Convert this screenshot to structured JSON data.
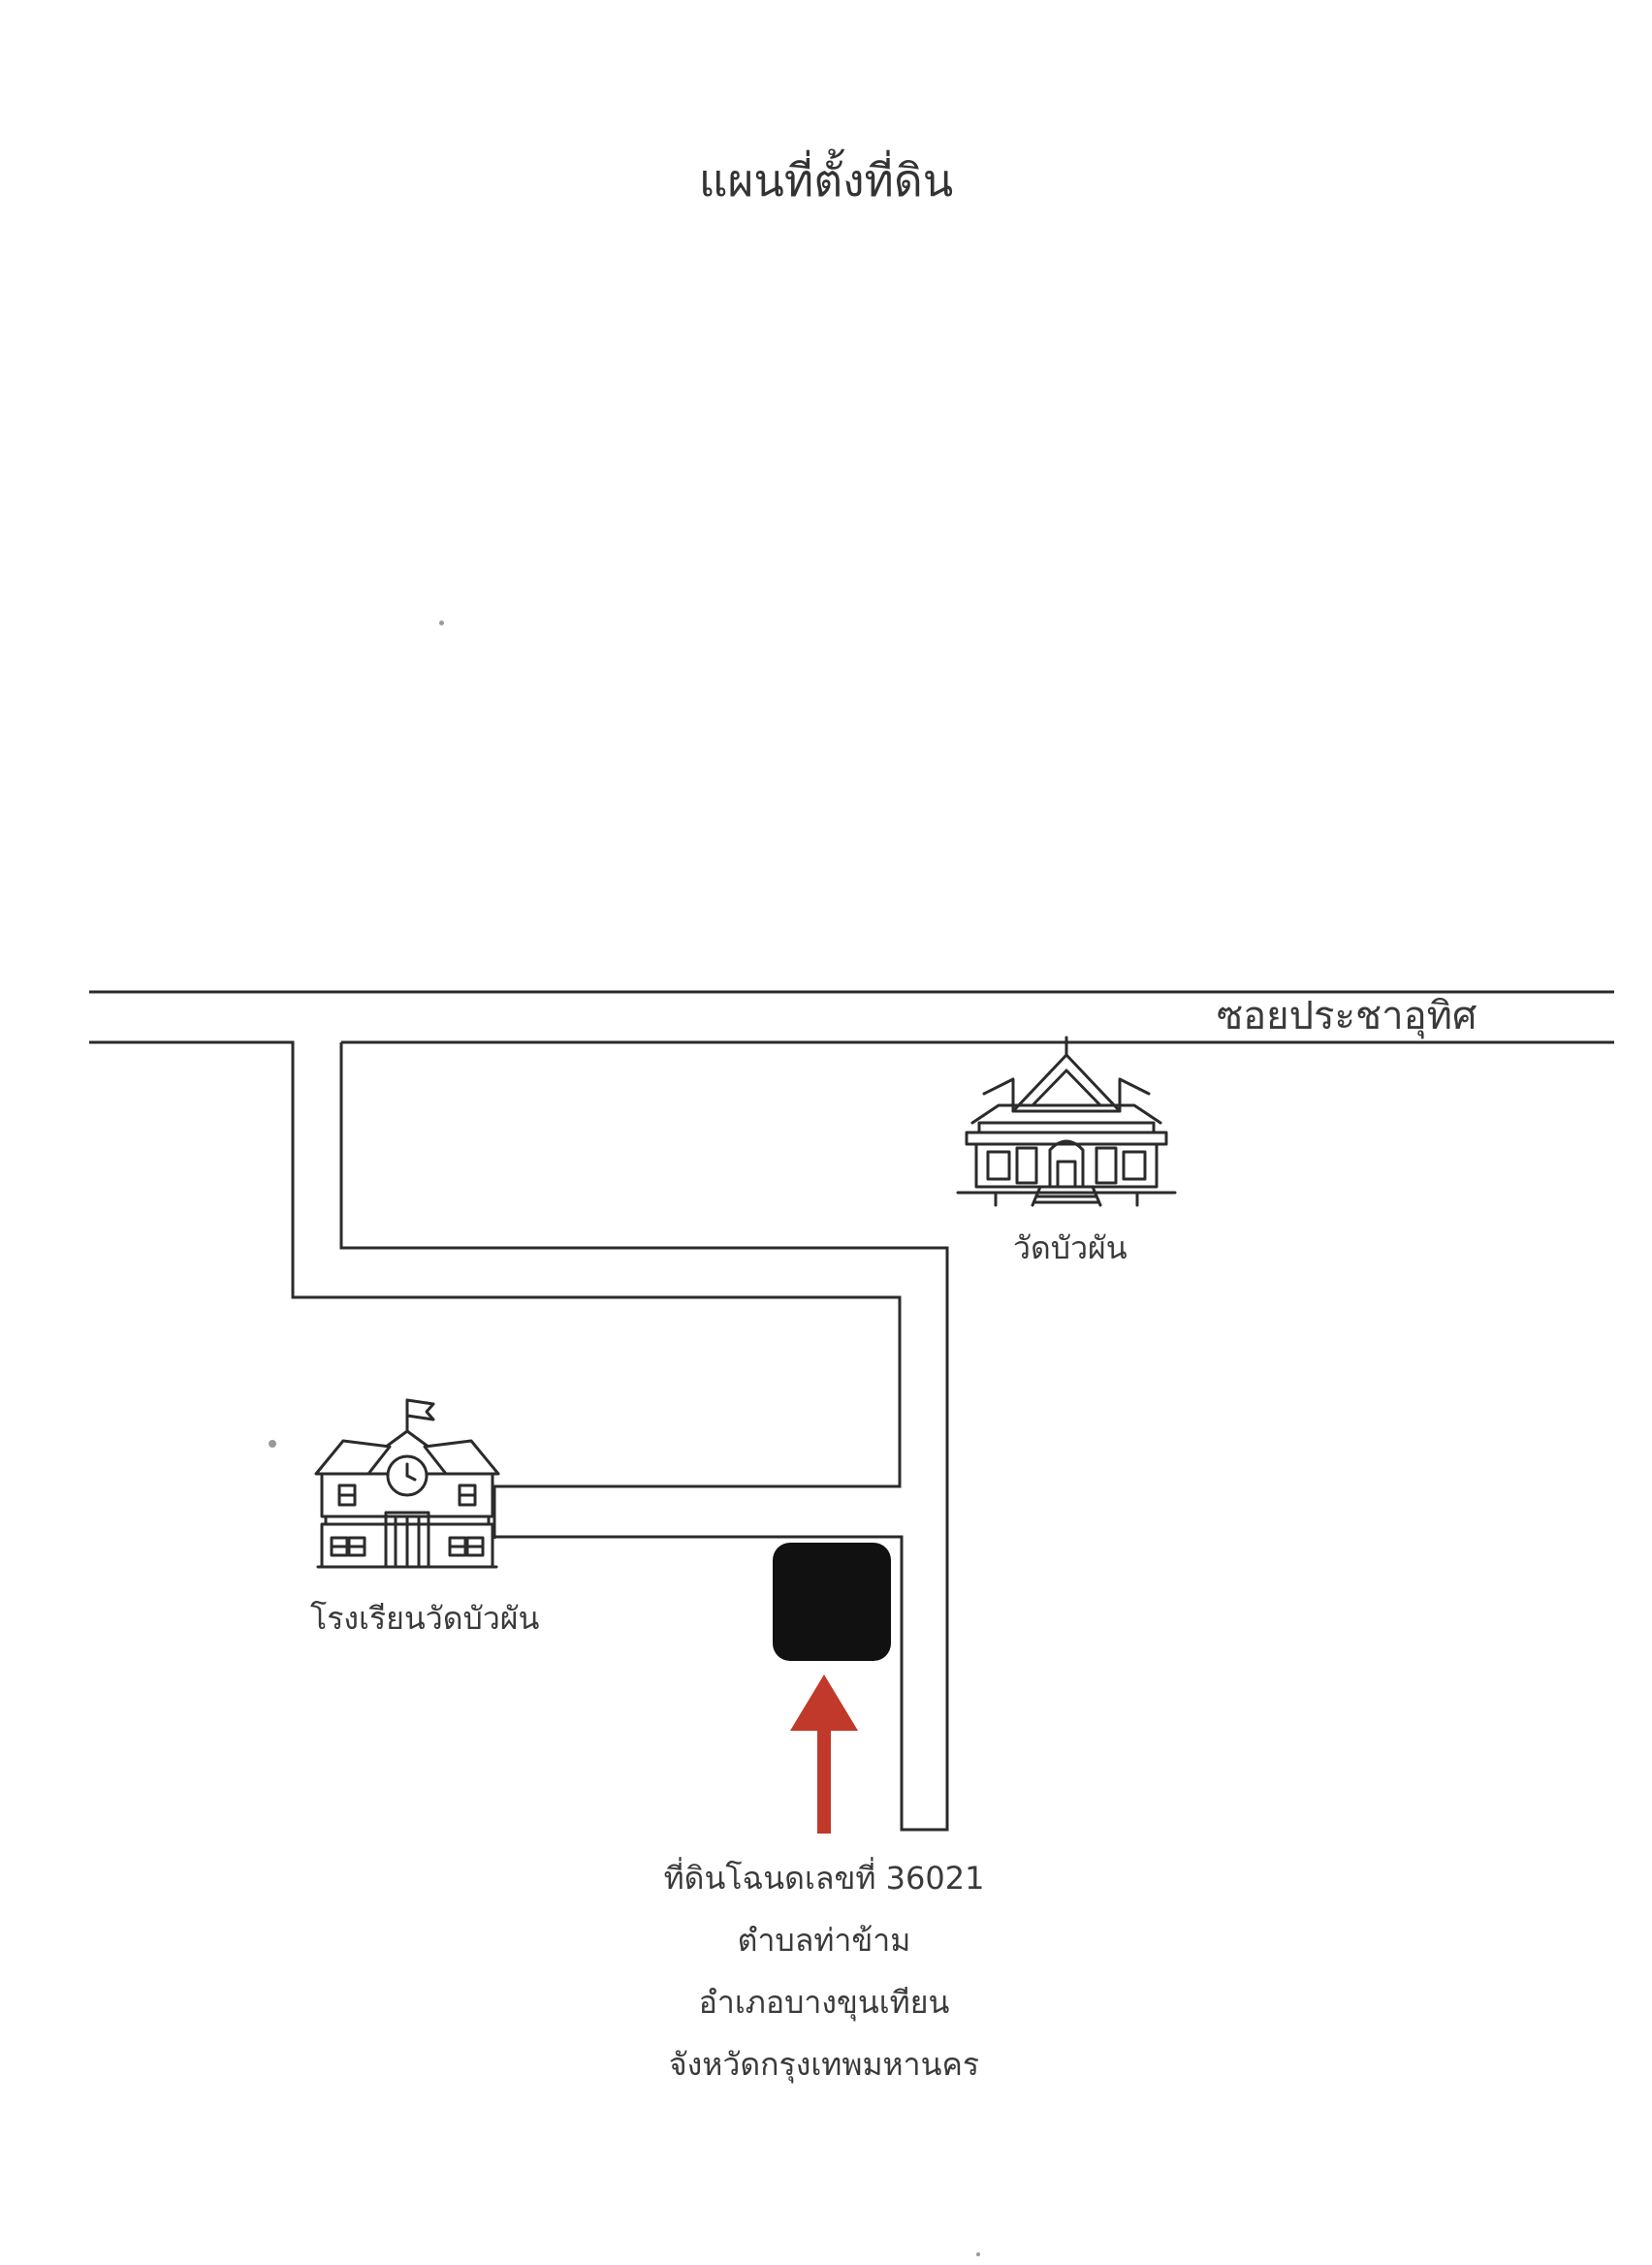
{
  "title": "แผนที่ตั้งที่ดิน",
  "road_name": "ซอยประชาอุทิศ",
  "landmarks": {
    "temple": {
      "label": "วัดบัวผัน",
      "icon": "temple-icon"
    },
    "school": {
      "label": "โรงเรียนวัดบัวผัน",
      "icon": "school-icon"
    }
  },
  "land_plot": {
    "color": "#111111",
    "arrow_color": "#c0392b",
    "address_lines": [
      "ที่ดินโฉนดเลขที่ 36021",
      "ตำบลท่าข้าม",
      "อำเภอบางขุนเทียน",
      "จังหวัดกรุงเทพมหานคร"
    ]
  }
}
